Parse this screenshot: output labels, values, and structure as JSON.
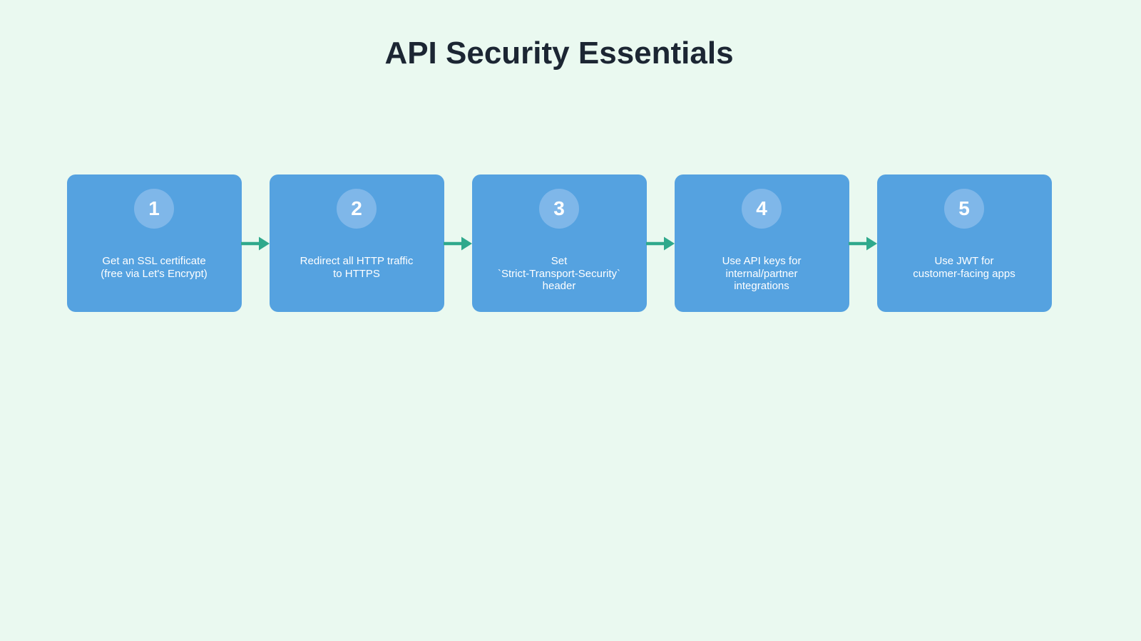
{
  "theme": {
    "page_bg": "#EAF9F0",
    "title_color": "#1C2633",
    "box_bg": "#55A2E0",
    "badge_bg": "#7FB7E9",
    "step_text_color": "#FFFFFF",
    "arrow_color": "#2FA98C"
  },
  "page": {
    "title": "API Security Essentials"
  },
  "flow": {
    "arrow_icon": "right-arrow",
    "steps": [
      {
        "number": "1",
        "label": "Get an SSL certificate (free via Let's Encrypt)",
        "lines": [
          "Get an SSL certificate",
          "(free via Let's Encrypt)"
        ]
      },
      {
        "number": "2",
        "label": "Redirect all HTTP traffic to HTTPS",
        "lines": [
          "Redirect all HTTP traffic",
          "to HTTPS"
        ]
      },
      {
        "number": "3",
        "label": "Set `Strict-Transport-Security` header",
        "lines": [
          "Set",
          "`Strict-Transport-Security`",
          "header"
        ]
      },
      {
        "number": "4",
        "label": "Use API keys for internal/partner integrations",
        "lines": [
          "Use API keys for",
          "internal/partner",
          "integrations"
        ]
      },
      {
        "number": "5",
        "label": "Use JWT for customer-facing apps",
        "lines": [
          "Use JWT for",
          "customer-facing apps"
        ]
      }
    ]
  }
}
